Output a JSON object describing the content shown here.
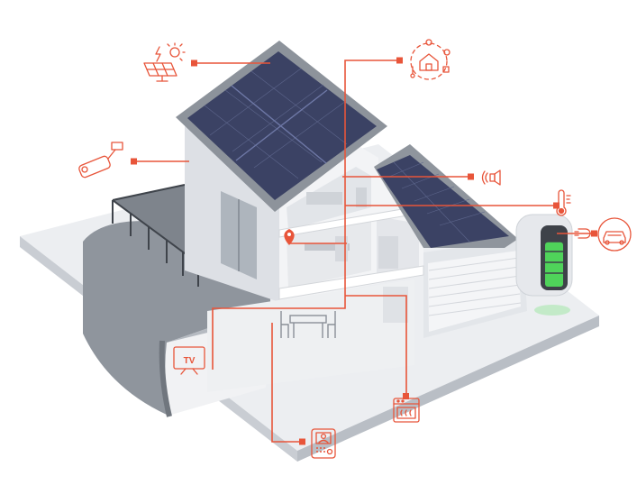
{
  "scene": {
    "kind": "smart-home-illustration",
    "accent_color": "#e8553a",
    "panel_color": "#3b4264",
    "wall_color": "#e9ebef",
    "shadow_color": "#9aa0a8",
    "battery_fill_color": "#4fd35a"
  },
  "callouts": [
    {
      "name": "solar-energy-icon",
      "label": ""
    },
    {
      "name": "security-camera-icon",
      "label": ""
    },
    {
      "name": "smart-home-hub-icon",
      "label": ""
    },
    {
      "name": "speaker-sound-icon",
      "label": ""
    },
    {
      "name": "thermostat-icon",
      "label": ""
    },
    {
      "name": "electric-car-charging-icon",
      "label": ""
    },
    {
      "name": "tv-icon",
      "label": "TV"
    },
    {
      "name": "oven-icon",
      "label": ""
    },
    {
      "name": "video-intercom-icon",
      "label": ""
    }
  ],
  "battery": {
    "charge_level": 0.85
  }
}
